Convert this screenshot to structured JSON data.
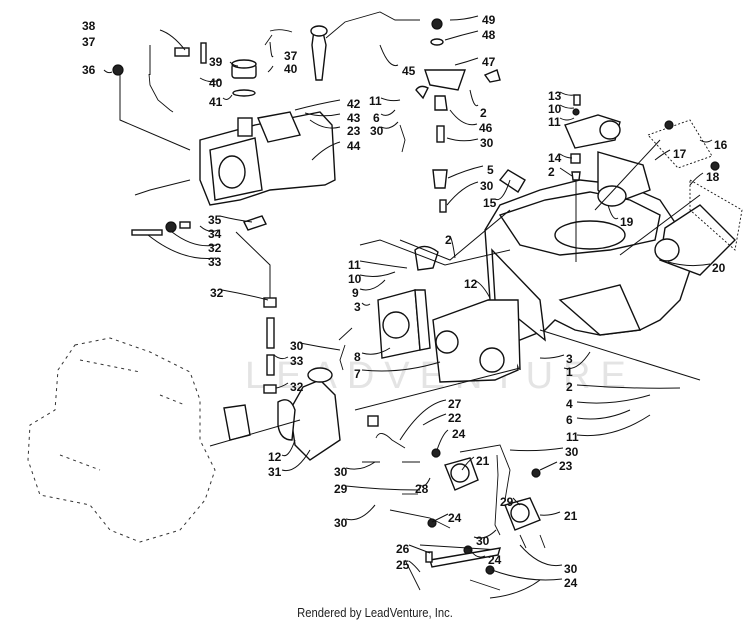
{
  "footer": "Rendered by LeadVenture, Inc.",
  "watermark": "LEADVENTURE",
  "labels": [
    {
      "id": "l38a",
      "text": "38"
    },
    {
      "id": "l37a",
      "text": "37"
    },
    {
      "id": "l36",
      "text": "36"
    },
    {
      "id": "l39",
      "text": "39"
    },
    {
      "id": "l40a",
      "text": "40"
    },
    {
      "id": "l41",
      "text": "41"
    },
    {
      "id": "l37b",
      "text": "37"
    },
    {
      "id": "l40b",
      "text": "40"
    },
    {
      "id": "l42",
      "text": "42"
    },
    {
      "id": "l43",
      "text": "43"
    },
    {
      "id": "l23a",
      "text": "23"
    },
    {
      "id": "l44",
      "text": "44"
    },
    {
      "id": "l45",
      "text": "45"
    },
    {
      "id": "l49",
      "text": "49"
    },
    {
      "id": "l48",
      "text": "48"
    },
    {
      "id": "l47",
      "text": "47"
    },
    {
      "id": "l2a",
      "text": "2"
    },
    {
      "id": "l11a",
      "text": "11"
    },
    {
      "id": "l6a",
      "text": "6"
    },
    {
      "id": "l46",
      "text": "46"
    },
    {
      "id": "l30a",
      "text": "30"
    },
    {
      "id": "l30b",
      "text": "30"
    },
    {
      "id": "l5",
      "text": "5"
    },
    {
      "id": "l30c",
      "text": "30"
    },
    {
      "id": "l15",
      "text": "15"
    },
    {
      "id": "l13",
      "text": "13"
    },
    {
      "id": "l10a",
      "text": "10"
    },
    {
      "id": "l11b",
      "text": "11"
    },
    {
      "id": "l14",
      "text": "14"
    },
    {
      "id": "l2b",
      "text": "2"
    },
    {
      "id": "l16",
      "text": "16"
    },
    {
      "id": "l17",
      "text": "17"
    },
    {
      "id": "l18",
      "text": "18"
    },
    {
      "id": "l19",
      "text": "19"
    },
    {
      "id": "l20",
      "text": "20"
    },
    {
      "id": "l35",
      "text": "35"
    },
    {
      "id": "l34",
      "text": "34"
    },
    {
      "id": "l32a",
      "text": "32"
    },
    {
      "id": "l33a",
      "text": "33"
    },
    {
      "id": "l32b",
      "text": "32"
    },
    {
      "id": "l33b",
      "text": "33"
    },
    {
      "id": "l32c",
      "text": "32"
    },
    {
      "id": "l30d",
      "text": "30"
    },
    {
      "id": "l2c",
      "text": "2"
    },
    {
      "id": "l11c",
      "text": "11"
    },
    {
      "id": "l10b",
      "text": "10"
    },
    {
      "id": "l9",
      "text": "9"
    },
    {
      "id": "l3a",
      "text": "3"
    },
    {
      "id": "l12a",
      "text": "12"
    },
    {
      "id": "l8",
      "text": "8"
    },
    {
      "id": "l7",
      "text": "7"
    },
    {
      "id": "l3b",
      "text": "3"
    },
    {
      "id": "l1",
      "text": "1"
    },
    {
      "id": "l2d",
      "text": "2"
    },
    {
      "id": "l4",
      "text": "4"
    },
    {
      "id": "l6b",
      "text": "6"
    },
    {
      "id": "l11d",
      "text": "11"
    },
    {
      "id": "l12b",
      "text": "12"
    },
    {
      "id": "l31",
      "text": "31"
    },
    {
      "id": "l27",
      "text": "27"
    },
    {
      "id": "l22",
      "text": "22"
    },
    {
      "id": "l24a",
      "text": "24"
    },
    {
      "id": "l30e",
      "text": "30"
    },
    {
      "id": "l30f",
      "text": "30"
    },
    {
      "id": "l21a",
      "text": "21"
    },
    {
      "id": "l23b",
      "text": "23"
    },
    {
      "id": "l29a",
      "text": "29"
    },
    {
      "id": "l28",
      "text": "28"
    },
    {
      "id": "l30g",
      "text": "30"
    },
    {
      "id": "l24b",
      "text": "24"
    },
    {
      "id": "l29b",
      "text": "29"
    },
    {
      "id": "l21b",
      "text": "21"
    },
    {
      "id": "l30h",
      "text": "30"
    },
    {
      "id": "l24c",
      "text": "24"
    },
    {
      "id": "l26",
      "text": "26"
    },
    {
      "id": "l25",
      "text": "25"
    },
    {
      "id": "l30i",
      "text": "30"
    },
    {
      "id": "l24d",
      "text": "24"
    }
  ]
}
